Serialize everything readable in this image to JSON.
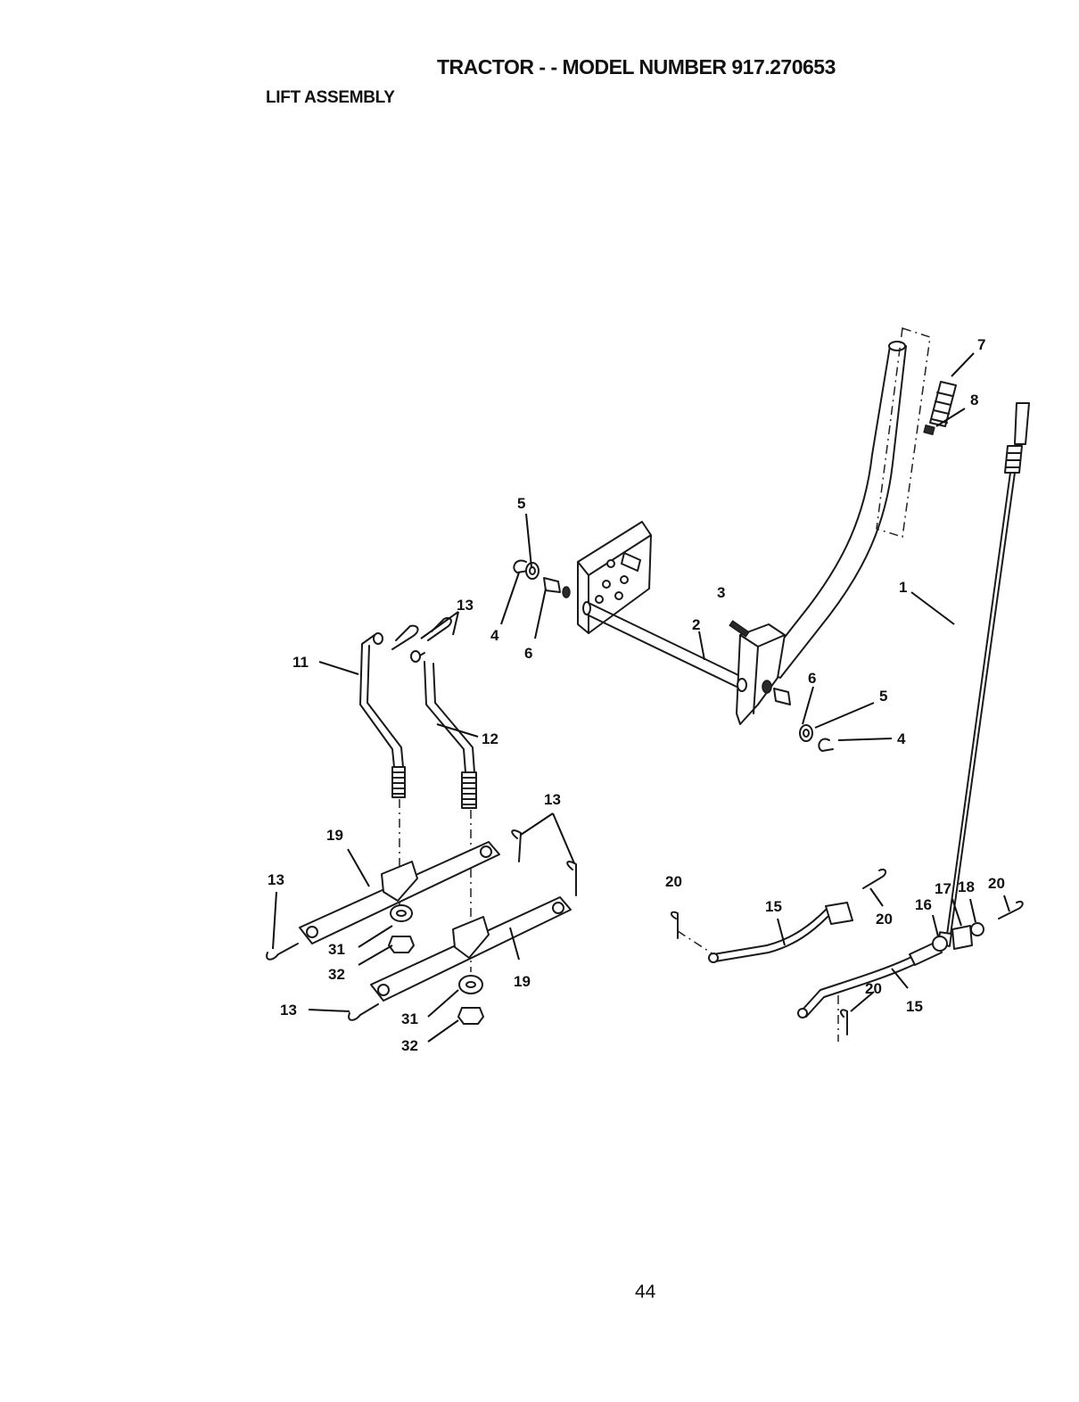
{
  "header": {
    "title": "TRACTOR - - MODEL NUMBER 917.270653",
    "subtitle": "LIFT ASSEMBLY"
  },
  "callouts": {
    "c1": "1",
    "c2": "2",
    "c3": "3",
    "c4a": "4",
    "c4b": "4",
    "c5a": "5",
    "c5b": "5",
    "c6a": "6",
    "c6b": "6",
    "c7": "7",
    "c8": "8",
    "c11": "11",
    "c12": "12",
    "c13a": "13",
    "c13b": "13",
    "c13c": "13",
    "c13d": "13",
    "c15a": "15",
    "c15b": "15",
    "c16": "16",
    "c17": "17",
    "c18": "18",
    "c19a": "19",
    "c19b": "19",
    "c20a": "20",
    "c20b": "20",
    "c20c": "20",
    "c20d": "20",
    "c31a": "31",
    "c31b": "31",
    "c32a": "32",
    "c32b": "32"
  },
  "footer": {
    "page_number": "44"
  }
}
